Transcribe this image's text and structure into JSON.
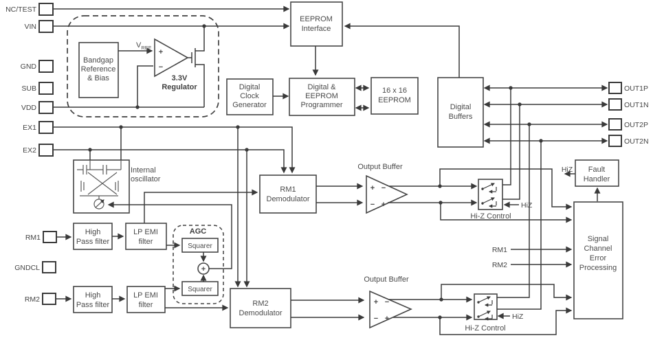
{
  "colors": {
    "line": "#3a3a3a",
    "box_stroke": "#454545",
    "text": "#4a4a4a",
    "background": "#ffffff"
  },
  "pins": {
    "nc_test": "NC/TEST",
    "vin": "VIN",
    "gnd": "GND",
    "sub": "SUB",
    "vdd": "VDD",
    "ex1": "EX1",
    "ex2": "EX2",
    "rm1": "RM1",
    "gndcl": "GNDCL",
    "rm2": "RM2",
    "out1p": "OUT1P",
    "out1n": "OUT1N",
    "out2p": "OUT2P",
    "out2n": "OUT2N"
  },
  "blocks": {
    "eeprom_interface": [
      "EEPROM",
      "Interface"
    ],
    "digital_clock": [
      "Digital",
      "Clock",
      "Generator"
    ],
    "programmer": [
      "Digital &",
      "EEPROM",
      "Programmer"
    ],
    "eeprom16": [
      "16 x 16",
      "EEPROM"
    ],
    "digital_buffers": [
      "Digital",
      "Buffers"
    ],
    "bandgap": [
      "Bandgap",
      "Reference",
      "& Bias"
    ],
    "regulator": [
      "3.3V",
      "Regulator"
    ],
    "internal_osc": [
      "Internal",
      "oscillator"
    ],
    "rm1_demod": [
      "RM1",
      "Demodulator"
    ],
    "rm2_demod": [
      "RM2",
      "Demodulator"
    ],
    "hp_filter1": [
      "High",
      "Pass filter"
    ],
    "lp_emi1": [
      "LP EMI",
      "filter"
    ],
    "hp_filter2": [
      "High",
      "Pass filter"
    ],
    "lp_emi2": [
      "LP EMI",
      "filter"
    ],
    "agc": "AGC",
    "squarer1": "Squarer",
    "squarer2": "Squarer",
    "fault_handler": [
      "Fault",
      "Handler"
    ],
    "scep": [
      "Signal",
      "Channel",
      "Error",
      "Processing"
    ],
    "hiz_control1": "Hi-Z Control",
    "hiz_control2": "Hi-Z Control"
  },
  "labels": {
    "output_buffer1": "Output Buffer",
    "output_buffer2": "Output Buffer",
    "hiz1": "HiZ",
    "hiz2": "HiZ",
    "hiz_fault": "HiZ",
    "rm1_signal": "RM1",
    "rm2_signal": "RM2",
    "vref": "V",
    "vref_sub": "REF"
  },
  "signs": {
    "plus": "+",
    "minus": "−"
  }
}
